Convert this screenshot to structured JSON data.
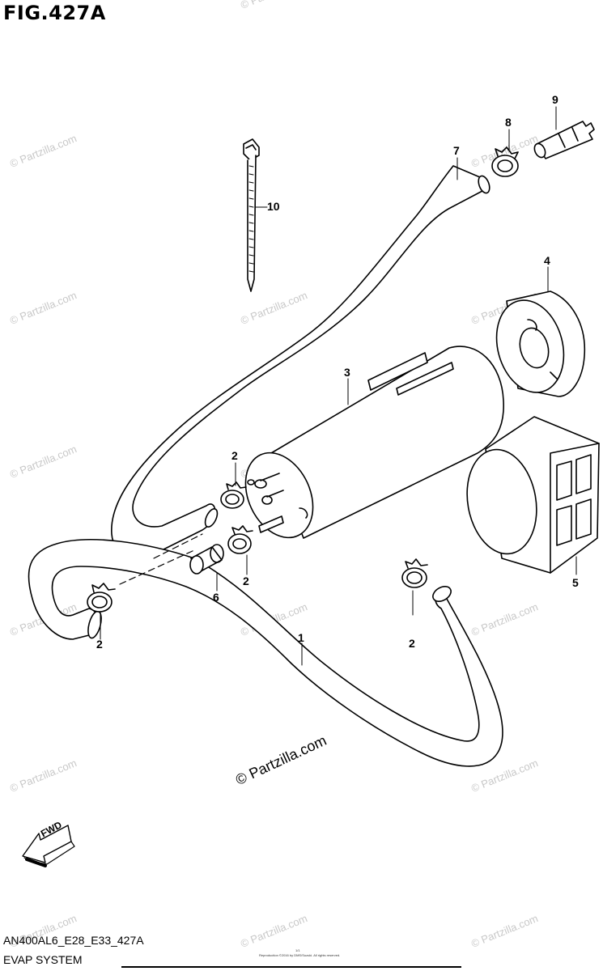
{
  "figure": {
    "title": "FIG.427A",
    "code": "AN400AL6_E28_E33_427A",
    "name": "EVAP SYSTEM",
    "page_number": "1/1",
    "copyright": "Reproduction ©2016 by DMS/Suzuki. All rights reserved."
  },
  "watermark": {
    "text": "© Partzilla.com",
    "main_text": "© Partzilla.com"
  },
  "fwd_label": "FWD",
  "callouts": {
    "hose_1": "1",
    "clamp_2a": "2",
    "clamp_2b": "2",
    "clamp_2c": "2",
    "clamp_2d": "2",
    "canister_3": "3",
    "cap_4": "4",
    "bracket_5": "5",
    "plug_6": "6",
    "hose_7": "7",
    "clamp_8": "8",
    "connector_9": "9",
    "tie_10": "10"
  },
  "colors": {
    "line": "#000000",
    "watermark": "#c8c8c8"
  }
}
